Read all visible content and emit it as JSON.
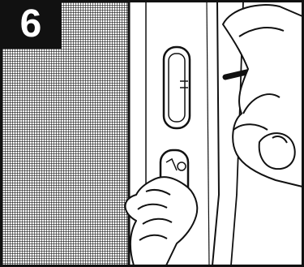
{
  "step": {
    "number": "6"
  },
  "colors": {
    "outline": "#111111",
    "background": "#ffffff",
    "badge": "#111111",
    "screen": "#2a2a2a"
  },
  "illustration": {
    "elements": [
      "window-screen",
      "window-frame",
      "sensor-magnet",
      "sensor-transmitter",
      "left-hand",
      "right-hand",
      "direction-arrow"
    ],
    "arrow_direction": "right"
  }
}
